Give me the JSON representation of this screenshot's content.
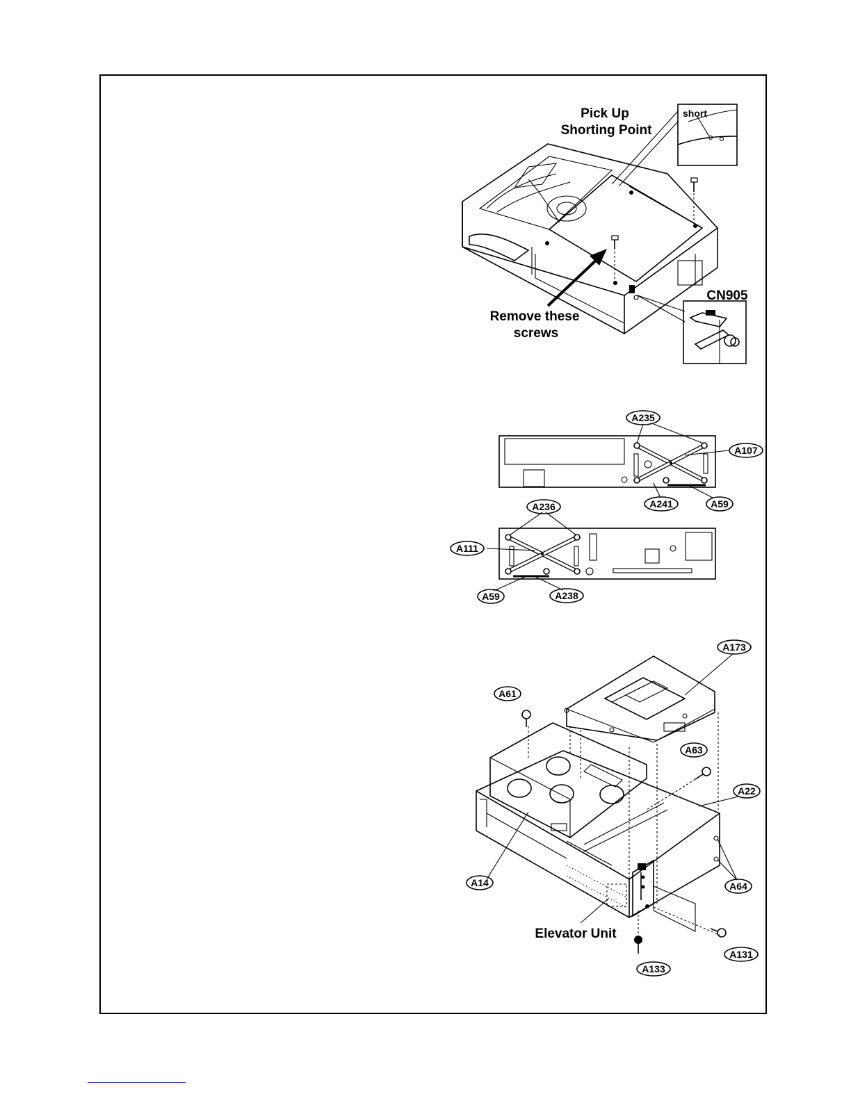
{
  "figure1": {
    "pickup_label_line1": "Pick Up",
    "pickup_label_line2": "Shorting Point",
    "short_label": "short",
    "connector_label": "CN905",
    "remove_label_line1": "Remove these",
    "remove_label_line2": "screws"
  },
  "figure2": {
    "tags": {
      "a235": "A235",
      "a107": "A107",
      "a241": "A241",
      "a59_top": "A59",
      "a236": "A236",
      "a111": "A111",
      "a59_bottom": "A59",
      "a238": "A238"
    }
  },
  "figure3": {
    "tags": {
      "a173": "A173",
      "a61": "A61",
      "a63": "A63",
      "a22": "A22",
      "a14": "A14",
      "a64": "A64",
      "a131": "A131",
      "a133": "A133"
    },
    "elevator_label": "Elevator Unit"
  },
  "colors": {
    "ink": "#000000",
    "paper": "#ffffff",
    "footer_rule": "#2233aa"
  }
}
